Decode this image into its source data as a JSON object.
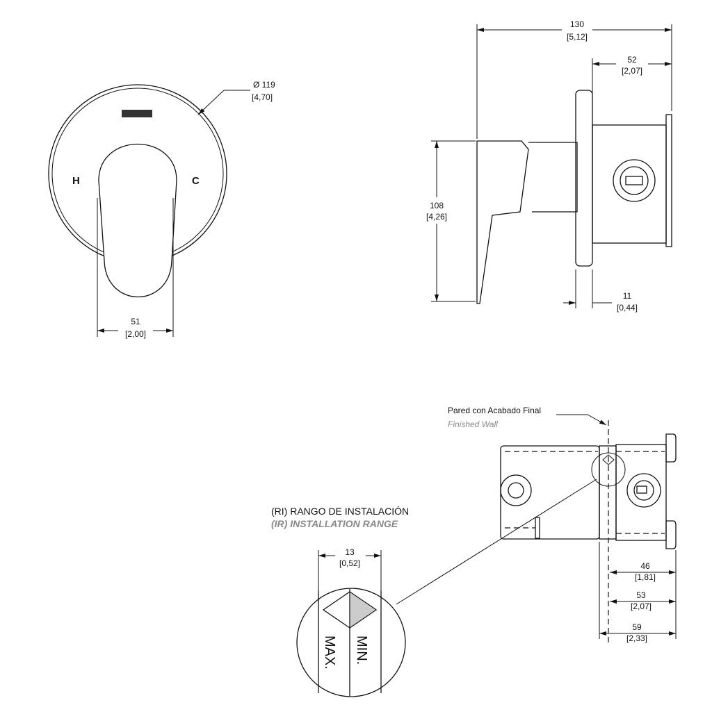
{
  "front_view": {
    "diameter": {
      "value": "Ø 119",
      "inch": "[4,70]"
    },
    "width": {
      "value": "51",
      "inch": "[2,00]"
    },
    "hot_label": "H",
    "cold_label": "C"
  },
  "side_view": {
    "overall_depth": {
      "value": "130",
      "inch": "[5,12]"
    },
    "body_depth": {
      "value": "52",
      "inch": "[2,07]"
    },
    "height": {
      "value": "108",
      "inch": "[4,26]"
    },
    "plate_thickness": {
      "value": "11",
      "inch": "[0,44]"
    }
  },
  "install_view": {
    "wall_label_es": "Pared con Acabado Final",
    "wall_label_en": "Finished Wall",
    "range_label_es": "(RI)  RANGO DE INSTALACIÓN",
    "range_label_en": "(IR)  INSTALLATION RANGE",
    "range_width": {
      "value": "13",
      "inch": "[0,52]"
    },
    "min_label": "MIN.",
    "max_label": "MAX.",
    "dim_46": {
      "value": "46",
      "inch": "[1,81]"
    },
    "dim_53": {
      "value": "53",
      "inch": "[2,07]"
    },
    "dim_59": {
      "value": "59",
      "inch": "[2,33]"
    }
  }
}
